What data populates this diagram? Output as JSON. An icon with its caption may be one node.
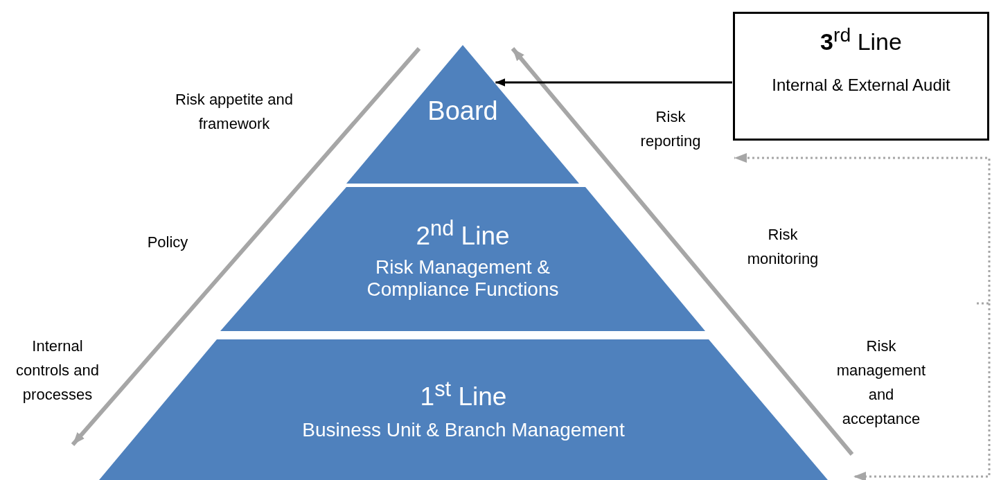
{
  "diagram": {
    "nodes": [
      {
        "text": [
          "Board"
        ]
      },
      {
        "text": [
          "2$^{nd}$ Line",
          "Risk Management & Compliance Functions"
        ]
      },
      {
        "text": [
          "1$^{st}$ Line",
          "Business Unit & Branch Management"
        ]
      },
      {
        "text": [
          "**3**$^{rd}$ Line",
          "Internal & External Audit"
        ]
      }
    ],
    "edges": [
      {
        "from": 3,
        "to": 0,
        "arrow": "to"
      }
    ],
    "labels": [
      "Risk appetite and framework",
      "Policy",
      "Internal controls and processes",
      "Risk reporting",
      "Risk monitoring",
      "Risk management and acceptance"
    ]
  }
}
